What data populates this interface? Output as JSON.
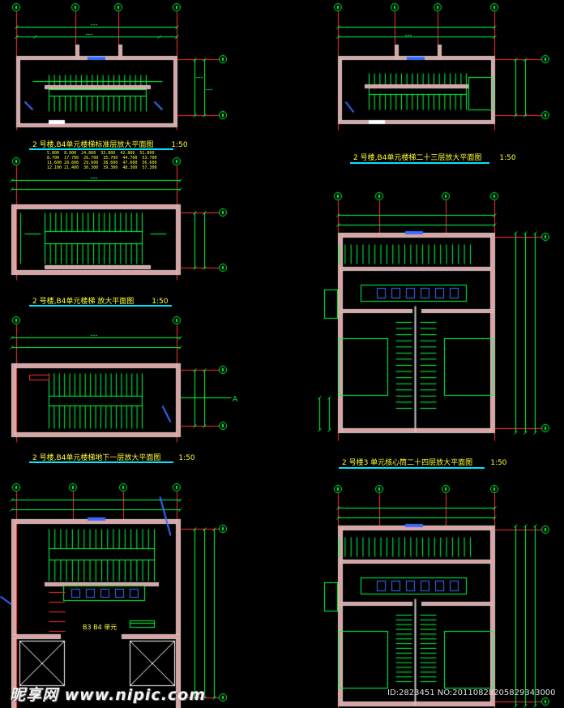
{
  "colors": {
    "background": "#000000",
    "wall": "#c8c8c8",
    "wall_fill": "#e0a0a0",
    "axis_red": "#ff3030",
    "axis_bubble": "#00ff44",
    "dimension": "#00ff44",
    "stair": "#00ff44",
    "label_yellow": "#ffff33",
    "underline_cyan": "#00e5ff",
    "glass_blue": "#3b6cff"
  },
  "titles": {
    "standard_floor": "2 号楼,B4单元楼梯标准层放大平面图",
    "standard_floor_scale": "1:50",
    "floor_23": "2 号楼,B4单元楼梯二十三层放大平面图",
    "floor_23_scale": "1:50",
    "roof": "2 号楼,B4单元楼梯 放大平面图",
    "roof_scale": "1:50",
    "basement_1": "2 号楼,B4单元楼梯地下一层放大平面图",
    "basement_1_scale": "1:50",
    "core_24": "2 号楼3 单元核心筒二十四层放大平面图",
    "core_24_scale": "1:50"
  },
  "elevation_table": "5.800  8.800  24.800  33.800  42.800  51.800\n8.700  17.700  26.700  35.700  44.700  53.700\n11.600 20.600  29.600  38.600  47.600  56.600\n12.100 21.400  30.300  39.300  48.300  57.300",
  "labels": {
    "stair_caption": "B3 B4 单元",
    "axis_a": "A"
  },
  "watermark": "昵享网 www.nipic.com",
  "image_id": "ID:2823451 NO:20110828205829343000"
}
